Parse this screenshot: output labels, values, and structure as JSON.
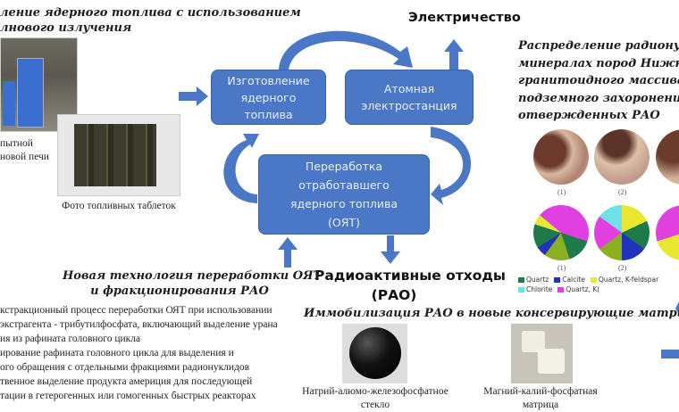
{
  "fuel_section": {
    "title_lines": [
      "ление ядерного топлива с использованием",
      "лнового излучения"
    ],
    "furnace_caption_lines": [
      "пытной",
      "новой печи"
    ],
    "pellets_caption": "Фото топливных таблеток"
  },
  "cycle": {
    "electricity": "Электричество",
    "box_fabrication": [
      "Изготовление",
      "ядерного",
      "топлива"
    ],
    "box_npp": [
      "Атомная",
      "электростанция"
    ],
    "box_reprocessing": [
      "Переработка",
      "отработавшего",
      "ядерного топлива",
      "(ОЯТ)"
    ],
    "waste_lines": [
      "Радиоактивные отходы",
      "(РАО)"
    ],
    "arrow_color": "#4a78c6"
  },
  "reprocessing_section": {
    "title_lines": [
      "Новая технология переработки ОЯТ",
      "и фракционирования РАО"
    ],
    "lines": [
      "кстракционный  процесс переработки ОЯТ при использовании",
      "экстрагента - трибутилфосфата, включающий выделение урана",
      "ия  из рафината головного  цикла",
      "ирование  рафината головного  цикла  для выделения и",
      "ого обращения с отдельными фракциями радионуклидов",
      "твенное выделение продукта америция для последующей",
      "тации в гетерогенных или гомогенных  быстрых реакторах"
    ]
  },
  "immobilization": {
    "title": "Иммобилизация РАО в новые консервирующие матрицы",
    "glass_caption_lines": [
      "Натрий-алюмо-железофосфатное",
      "стекло"
    ],
    "matrix_caption_lines": [
      "Магний-калий-фосфатная",
      "матрица"
    ]
  },
  "radionuclide_section": {
    "title_lines": [
      "Распределение радионукли",
      "минералах пород Нижнек",
      "гранитоидного массива в у",
      "подземного захоронения",
      "отвержденных РАО"
    ],
    "sample_labels": [
      "(1)",
      "(2)"
    ],
    "legend": [
      {
        "label": "Quartz",
        "color": "#1f7a4a"
      },
      {
        "label": "Calcite",
        "color": "#2233bb"
      },
      {
        "label": "Quartz, K-feldspar",
        "color": "#e8e830"
      },
      {
        "label": "Chlorite",
        "color": "#6fe0e8"
      },
      {
        "label": "Quartz, K(",
        "color": "#e040e0"
      }
    ]
  }
}
